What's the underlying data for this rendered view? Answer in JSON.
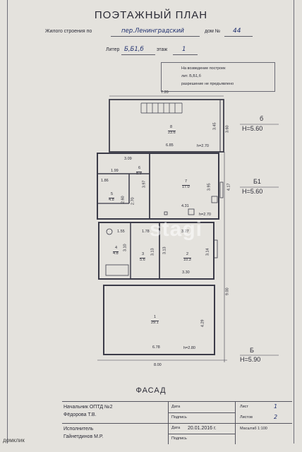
{
  "header": {
    "title": "ПОЭТАЖНЫЙ ПЛАН",
    "line1_prefix": "Жилого строения по",
    "street": "пер.Ленинградский",
    "house_prefix": "дом №",
    "house_no": "44",
    "liter_prefix": "Литер",
    "liter": "Б,Б1,б",
    "floor_prefix": "этаж",
    "floor": "1"
  },
  "stamp": {
    "line1": "На возведение построек",
    "line2": "лит. Б,Б1,б",
    "line3": "разрешение не предъявлено"
  },
  "plan": {
    "block_b_small": {
      "letter": "б",
      "height": "H=5.60"
    },
    "block_b1": {
      "letter": "Б1",
      "height": "H=5.60"
    },
    "block_b": {
      "letter": "Б",
      "height": "H=5.90"
    },
    "dims": {
      "top": "7.20",
      "b_right1": "3.45",
      "b_right2": "3.60",
      "b_bottom": "6.85",
      "b_h": "h=2.70",
      "b1_top": "3.09",
      "r6_w": "1.99",
      "r5_w": "1.86",
      "r5_h": "2.60",
      "r5_h2": "2.70",
      "r7_h": "3.97",
      "r7_h2": "3.95",
      "b1_right": "4.17",
      "r7_w": "4.31",
      "r7_h3": "h=2.70",
      "r4_top": "1.55",
      "r3_top": "1.78",
      "r2_top": "3.27",
      "r4_h": "3.10",
      "r3_h": "3.13",
      "r3_h2": "3.13",
      "r2_h": "3.14",
      "r2_w": "3.30",
      "main_right": "9.00",
      "r1_h": "4.29",
      "r1_w": "6.78",
      "r1_hh": "h=2.80",
      "bottom": "8.00"
    },
    "rooms": [
      {
        "no": "8",
        "area": "23.6"
      },
      {
        "no": "6",
        "area": "8.9"
      },
      {
        "no": "5",
        "area": "4.8"
      },
      {
        "no": "7",
        "area": "17.0"
      },
      {
        "no": "4",
        "area": "4.8"
      },
      {
        "no": "3",
        "area": "5.6"
      },
      {
        "no": "2",
        "area": "10.3"
      },
      {
        "no": "1",
        "area": "29.1"
      }
    ]
  },
  "facade": "ФАСАД",
  "signature_block": {
    "row1_role": "Начальник ОПТД №2",
    "row1_name": "Фёдорова Т.В.",
    "row2_role": "Исполнитель",
    "row2_name": "Гайнетдинов М.Р.",
    "date_label": "Дата",
    "sign_label": "Подпись",
    "date_label2": "Дата",
    "date_value": "20.01.2016 г.",
    "sign_label2": "Подпись",
    "sheet_label": "Лист",
    "sheet_value": "1",
    "sheets_label": "Листов",
    "sheets_value": "2",
    "scale_label": "Масштаб 1:100"
  },
  "watermark": "stagi",
  "footer_logo": "домклик"
}
